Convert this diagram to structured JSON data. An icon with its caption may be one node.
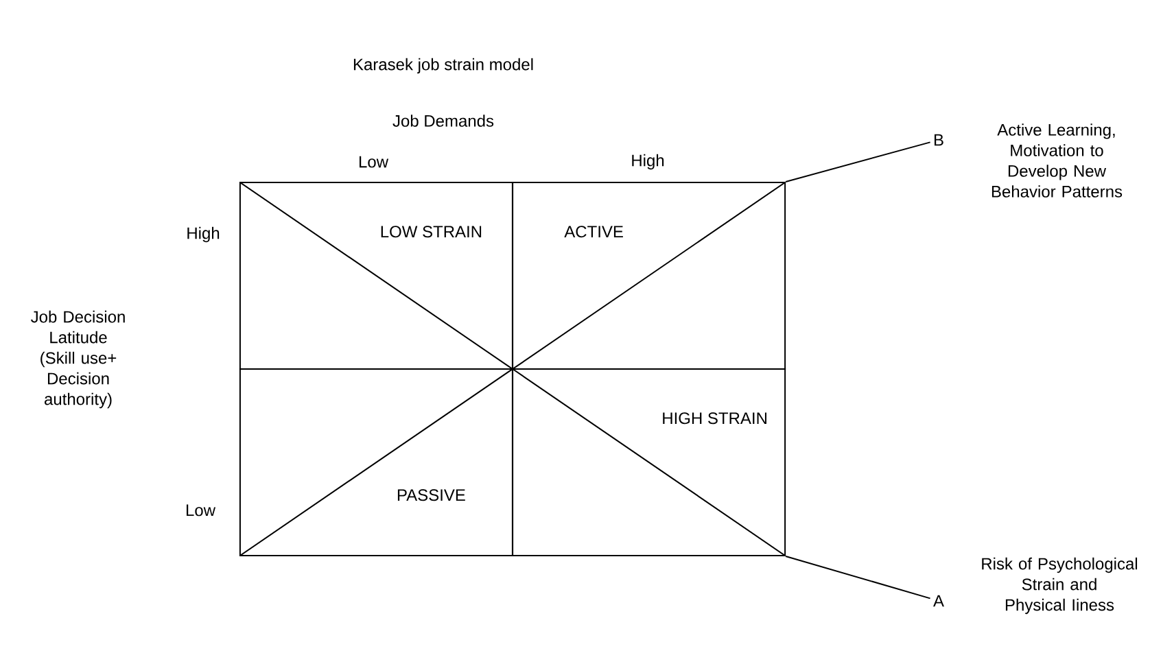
{
  "diagram": {
    "title": "Karasek job strain model",
    "nodes": [
      {
        "text": [
          "LOW STRAIN"
        ]
      },
      {
        "text": [
          "ACTIVE"
        ]
      },
      {
        "text": [
          "PASSIVE"
        ]
      },
      {
        "text": [
          "HIGH STRAIN"
        ]
      },
      {
        "text": [
          "B"
        ],
        "beside": [
          "Active Learning, Motivation to Develop New Behavior Patterns"
        ]
      },
      {
        "text": [
          "A"
        ],
        "beside": [
          "Risk of Psychological Strain and Physical Iiness"
        ]
      }
    ],
    "edges": [
      {
        "from": 3,
        "to": 5,
        "arrow": "none"
      },
      {
        "from": 1,
        "to": 4,
        "arrow": "none"
      }
    ],
    "labels": [
      "Job Demands",
      "Low",
      "High",
      "High",
      "Job Decision Latitude (Skill use+ Decision authority)",
      "Low"
    ]
  }
}
